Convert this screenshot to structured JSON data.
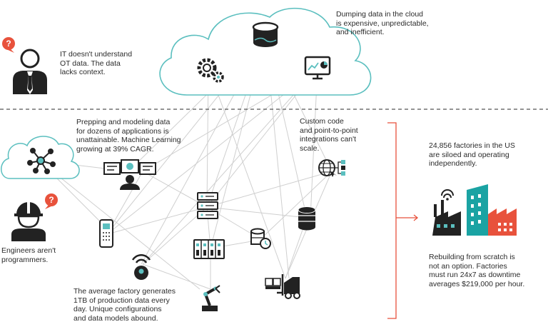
{
  "colors": {
    "cloud_stroke": "#5bbfbf",
    "teal": "#1aa3a3",
    "red": "#e8523c",
    "dark": "#222222",
    "line": "#cccccc"
  },
  "icons": [
    "database-icon",
    "gears-icon",
    "dashboard-icon",
    "it-person-icon",
    "question-bubble-icon",
    "network-hub-icon",
    "data-modeling-workstation-icon",
    "engineer-icon",
    "server-rack-icon",
    "database-stack-icon",
    "globe-network-icon",
    "scheduled-database-icon",
    "plc-module-icon",
    "handheld-device-icon",
    "wireless-sensor-icon",
    "robot-arm-icon",
    "forklift-icon",
    "factory-icon"
  ],
  "texts": {
    "cloud": [
      "Dumping data in the cloud",
      "is expensive, unpredictable,",
      "and inefficient."
    ],
    "it": [
      "IT doesn't understand",
      "OT data. The data",
      "lacks context."
    ],
    "prep": [
      "Prepping and modeling data",
      "for dozens of applications is",
      "unattainable. Machine Learning",
      "growing at 39% CAGR."
    ],
    "custom": [
      "Custom code",
      "and point-to-point",
      "integrations can't",
      "scale."
    ],
    "factories": [
      "24,856 factories in the US",
      "are siloed and operating",
      "independently."
    ],
    "engineers": [
      "Engineers aren't",
      "programmers."
    ],
    "average": [
      "The average factory generates",
      "1TB of production data every",
      "day. Unique configurations",
      "and data models abound."
    ],
    "rebuild": [
      "Rebuilding from scratch is",
      "not an option. Factories",
      "must run 24x7 as downtime",
      "averages $219,000 per hour."
    ]
  }
}
